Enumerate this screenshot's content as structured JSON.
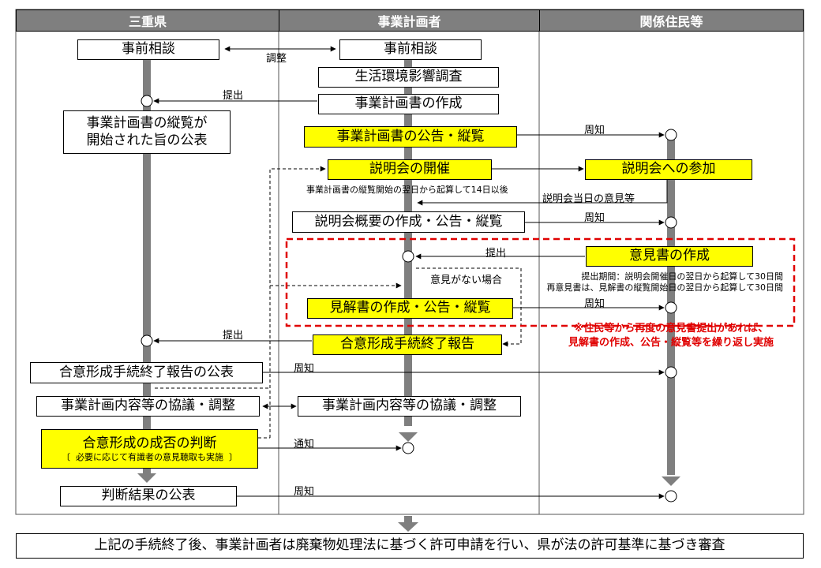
{
  "header": {
    "col1": "三重県",
    "col2": "事業計画者",
    "col3": "関係住民等"
  },
  "steps": {
    "pre_consult_pref": "事前相談",
    "pre_consult_planner": "事前相談",
    "adjust": "調整",
    "env_survey": "生活環境影響調査",
    "plan_create": "事業計画書の作成",
    "submit1": "提出",
    "pref_announce_line1": "事業計画書の縦覧が",
    "pref_announce_line2": "開始された旨の公表",
    "plan_notice": "事業計画書の公告・縦覧",
    "notify1": "周知",
    "briefing_hold": "説明会の開催",
    "briefing_attend": "説明会への参加",
    "briefing_note": "事業計画書の縦覧開始の翌日から起算して14日以後",
    "briefing_opinion": "説明会当日の意見等",
    "briefing_summary": "説明会概要の作成・公告・縦覧",
    "notify2": "周知",
    "opinion_create": "意見書の作成",
    "submit2": "提出",
    "opinion_period1": "提出期間：説明会開催日の翌日から起算して30日間",
    "opinion_period2": "再意見書は、見解書の縦覧開始日の翌日から起算して30日間",
    "no_opinion": "意見がない場合",
    "view_create": "見解書の作成・公告・縦覧",
    "notify3": "周知",
    "repeat_note1": "※住民等から再度の意見書提出があれば、",
    "repeat_note2": "見解書の作成、公告・縦覧等を繰り返し実施",
    "submit3": "提出",
    "consensus_report": "合意形成手続終了報告",
    "consensus_publish": "合意形成手続終了報告の公表",
    "notify4": "周知",
    "discussion_pref": "事業計画内容等の協議・調整",
    "discussion_planner": "事業計画内容等の協議・調整",
    "judge_title": "合意形成の成否の判断",
    "judge_sub": "必要に応じて有識者の意見聴取も実施",
    "notify5": "通知",
    "result_publish": "判断結果の公表",
    "notify6": "周知"
  },
  "footer": "上記の手続終了後、事業計画者は廃棄物処理法に基づく許可申請を行い、県が法の許可基準に基づき審査",
  "colors": {
    "header_bg": "#7f7f7f",
    "highlight": "#ffff00",
    "track": "#7f7f7f",
    "dash_red": "#e00000"
  }
}
